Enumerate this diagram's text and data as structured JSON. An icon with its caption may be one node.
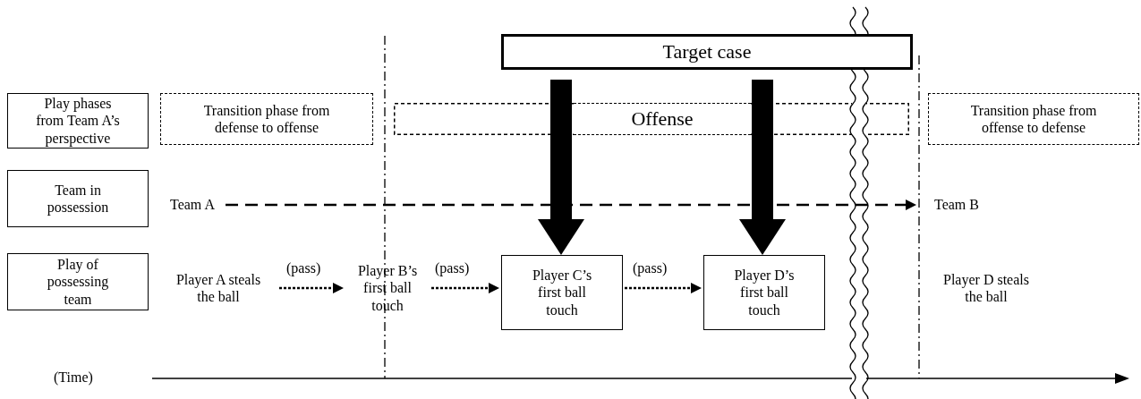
{
  "diagram": {
    "nodes": [
      {
        "text": [
          "Play phases from Team A’s perspective"
        ]
      },
      {
        "text": [
          "Team in possession"
        ]
      },
      {
        "text": [
          "Play of possessing team"
        ]
      },
      {
        "text": [
          "Transition phase from defense to offense"
        ]
      },
      {
        "text": [
          "Offense"
        ]
      },
      {
        "text": [
          "Transition phase from offense to defense"
        ]
      },
      {
        "text": [
          "Target case"
        ]
      },
      {
        "text": [
          "Team A"
        ]
      },
      {
        "text": [
          "Team B"
        ]
      },
      {
        "text": [
          "Player A steals the ball"
        ]
      },
      {
        "text": [
          "Player B’s first ball touch"
        ]
      },
      {
        "text": [
          "Player C’s first ball touch"
        ]
      },
      {
        "text": [
          "Player D’s first ball touch"
        ]
      },
      {
        "text": [
          "Player D steals the ball"
        ]
      }
    ],
    "edges": [
      {
        "from": 7,
        "to": 8,
        "arrow": "to",
        "style": "dashed"
      },
      {
        "from": 9,
        "to": 10,
        "arrow": "to",
        "style": "dashed",
        "label": "(pass)"
      },
      {
        "from": 10,
        "to": 11,
        "arrow": "to",
        "style": "dashed",
        "label": "(pass)"
      },
      {
        "from": 11,
        "to": 12,
        "arrow": "to",
        "style": "dashed",
        "label": "(pass)"
      },
      {
        "from": 6,
        "to": 11,
        "arrow": "to",
        "style": "thick"
      },
      {
        "from": 6,
        "to": 12,
        "arrow": "to",
        "style": "thick"
      }
    ],
    "labels": [
      "(Time)"
    ]
  }
}
